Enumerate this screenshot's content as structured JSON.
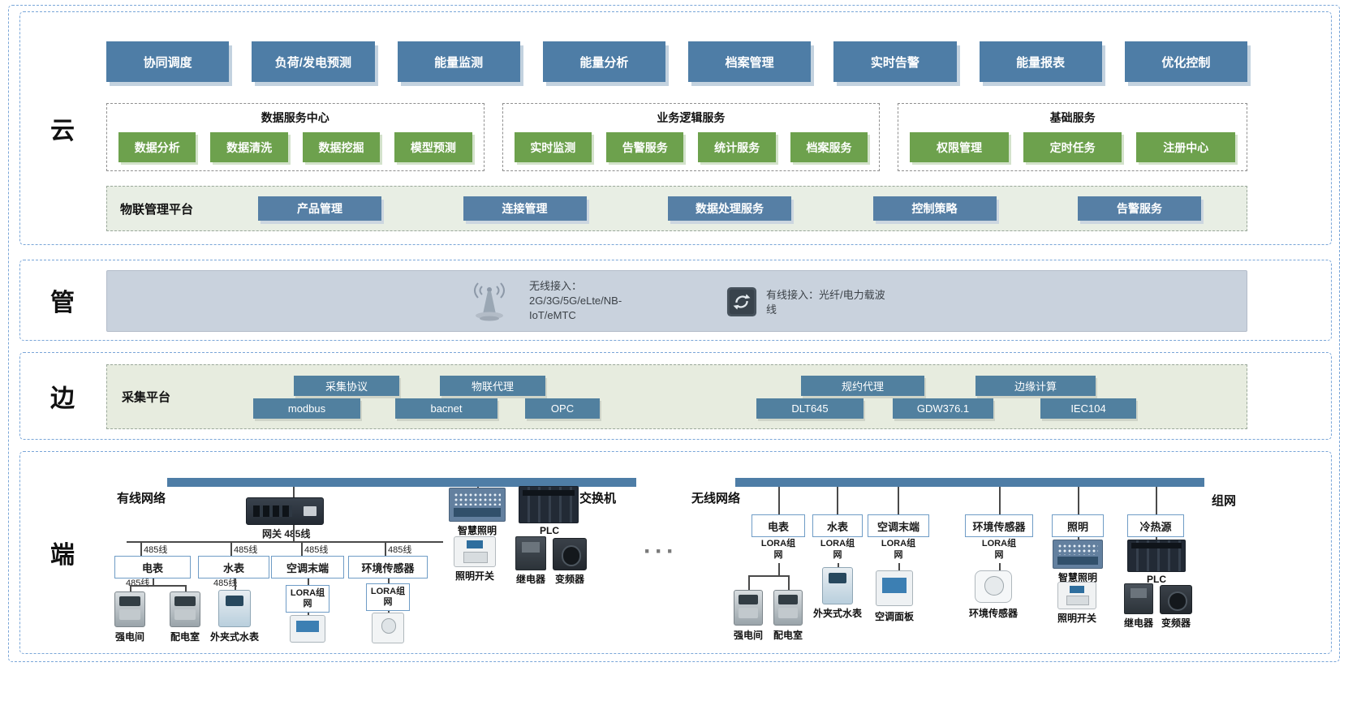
{
  "cloud": {
    "label": "云",
    "apps": [
      "协同调度",
      "负荷/发电预测",
      "能量监测",
      "能量分析",
      "档案管理",
      "实时告警",
      "能量报表",
      "优化控制"
    ],
    "service_groups": [
      {
        "title": "数据服务中心",
        "items": [
          "数据分析",
          "数据清洗",
          "数据挖掘",
          "模型预测"
        ]
      },
      {
        "title": "业务逻辑服务",
        "items": [
          "实时监测",
          "告警服务",
          "统计服务",
          "档案服务"
        ]
      },
      {
        "title": "基础服务",
        "items": [
          "权限管理",
          "定时任务",
          "注册中心"
        ]
      }
    ],
    "iot_platform": {
      "label": "物联管理平台",
      "items": [
        "产品管理",
        "连接管理",
        "数据处理服务",
        "控制策略",
        "告警服务"
      ]
    }
  },
  "pipe": {
    "label": "管",
    "wireless_title": "无线接入：",
    "wireless_detail": "2G/3G/5G/eLte/NB-IoT/eMTC",
    "wired_text": "有线接入：光纤/电力载波线"
  },
  "edge": {
    "label": "边",
    "platform_label": "采集平台",
    "row1": [
      "采集协议",
      "物联代理",
      "规约代理",
      "边缘计算"
    ],
    "row2": [
      "modbus",
      "bacnet",
      "OPC",
      "DLT645",
      "GDW376.1",
      "IEC104"
    ]
  },
  "device": {
    "label": "端",
    "ellipsis": "···",
    "wired": {
      "title": "有线网络",
      "gateway_label": "网关 485线",
      "line_485": "485线",
      "branches": [
        "电表",
        "水表",
        "空调末端",
        "环境传感器"
      ],
      "lora": "LORA组\n网",
      "strong_room": "强电间",
      "dist_room": "配电室",
      "clamp_meter": "外夹式水表",
      "smart_light": "智慧照明",
      "light_switch": "照明开关",
      "switch_label": "交换机",
      "plc": "PLC",
      "relay": "继电器",
      "vfd": "变频器"
    },
    "wireless": {
      "title": "无线网络",
      "net_label": "组网",
      "branches": [
        "电表",
        "水表",
        "空调末端",
        "环境传感器",
        "照明",
        "冷热源"
      ],
      "lora": "LORA组\n网",
      "strong_room": "强电间",
      "dist_room": "配电室",
      "clamp_meter": "外夹式水表",
      "ac_panel": "空调面板",
      "env_sensor": "环境传感器",
      "smart_light": "智慧照明",
      "light_switch": "照明开关",
      "plc": "PLC",
      "relay": "继电器",
      "vfd": "变频器"
    }
  }
}
